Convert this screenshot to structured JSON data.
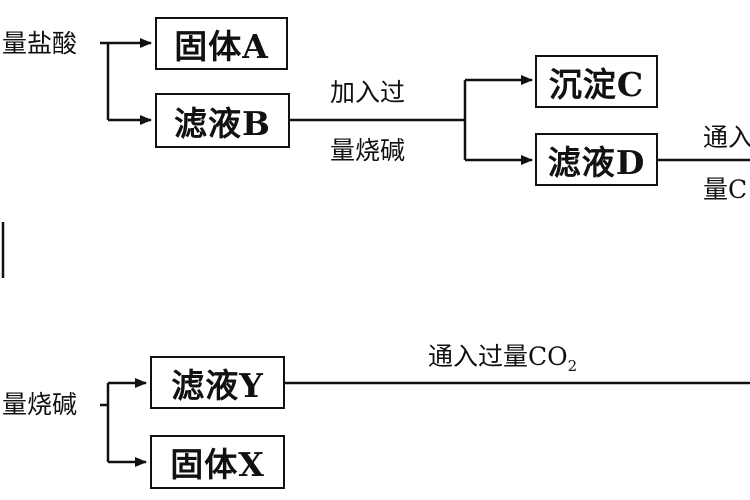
{
  "top": {
    "reagent1": "量盐酸",
    "solid_a": "固体A",
    "filtrate_b": "滤液B",
    "reagent2_line1": "加入过",
    "reagent2_line2": "量烧碱",
    "precip_c": "沉淀C",
    "filtrate_d": "滤液D",
    "reagent3_line1": "通入",
    "reagent3_line2": "量C"
  },
  "bottom": {
    "reagent1": "量烧碱",
    "filtrate_y": "滤液Y",
    "solid_x": "固体X",
    "reagent2_main": "通入过量CO",
    "reagent2_sub": "2"
  }
}
